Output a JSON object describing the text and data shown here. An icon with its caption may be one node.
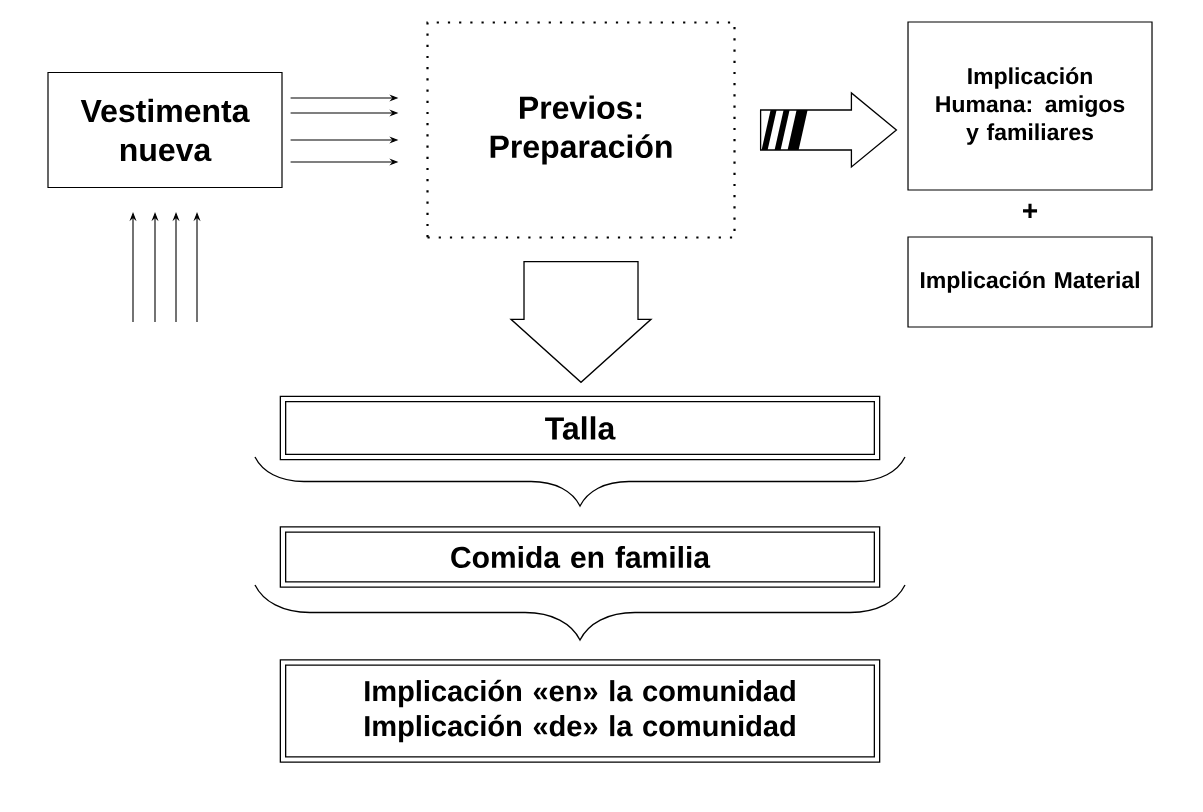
{
  "diagram": {
    "nodes": [
      {
        "text": [
          "Vestimenta nueva"
        ]
      },
      {
        "text": [
          "Previos: Preparación"
        ]
      },
      {
        "text": [
          "Implicación Humana: amigos y familiares"
        ]
      },
      {
        "text": [
          "Implicación Material"
        ]
      },
      {
        "text": [
          "Talla"
        ]
      },
      {
        "text": [
          "Comida en familia"
        ]
      },
      {
        "text": [
          "Implicación «en» la comunidad",
          "Implicación «de» la comunidad"
        ]
      }
    ],
    "edges": [
      {
        "from": 0,
        "to": 1,
        "arrow": "to"
      },
      {
        "from": 0,
        "to": 1,
        "arrow": "to"
      },
      {
        "from": 0,
        "to": 1,
        "arrow": "to"
      },
      {
        "from": 0,
        "to": 1,
        "arrow": "to"
      },
      {
        "from": null,
        "to": 0,
        "arrow": "to"
      },
      {
        "from": null,
        "to": 0,
        "arrow": "to"
      },
      {
        "from": null,
        "to": 0,
        "arrow": "to"
      },
      {
        "from": null,
        "to": 0,
        "arrow": "to"
      },
      {
        "from": 1,
        "to": 2,
        "arrow": "to",
        "style": "thick"
      },
      {
        "from": 1,
        "to": 4,
        "arrow": "to",
        "style": "thick"
      }
    ],
    "labels": [
      "+"
    ]
  }
}
